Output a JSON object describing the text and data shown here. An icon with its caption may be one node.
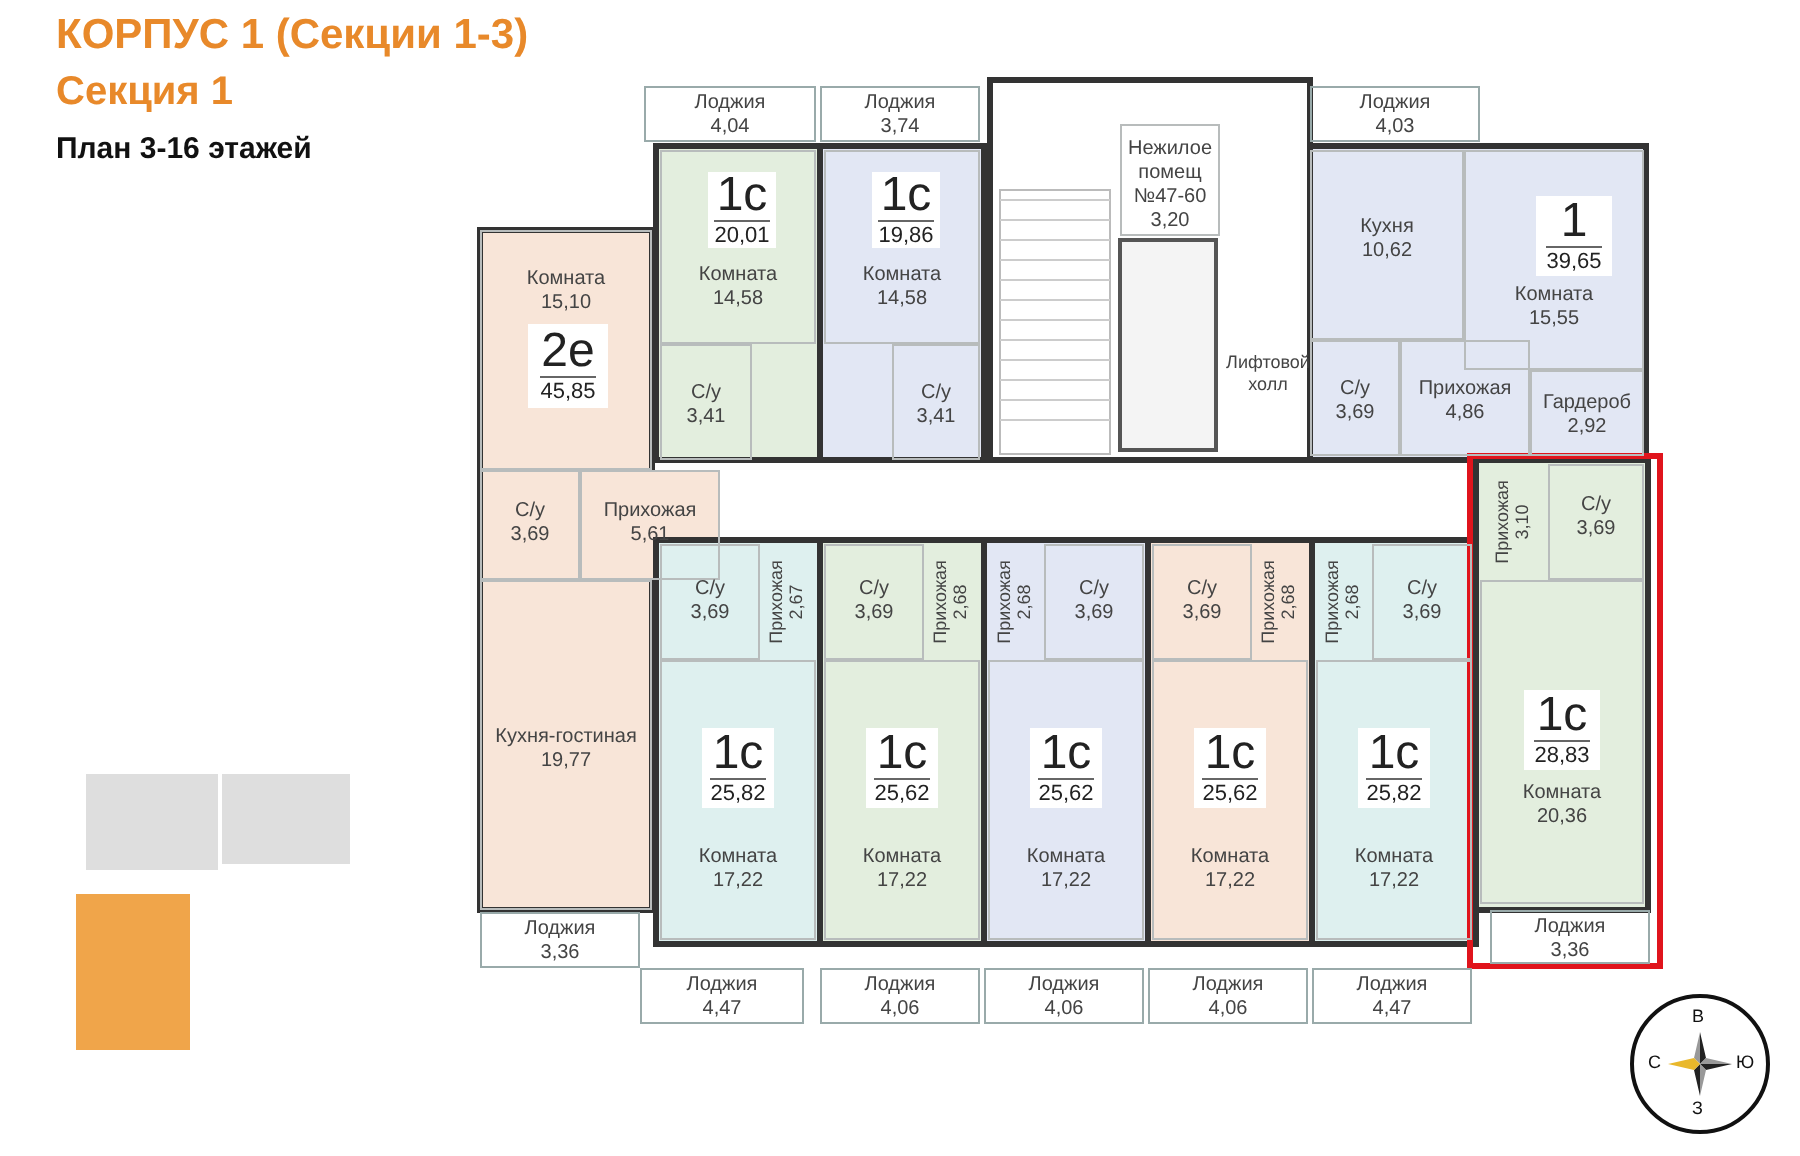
{
  "diagram": {
    "title": "КОРПУС 1 (Секции 1-3)",
    "nodes": [
      {
        "text": [
          "Лоджия",
          "4,04"
        ]
      },
      {
        "text": [
          "Лоджия",
          "3,74"
        ]
      },
      {
        "text": [
          "Нежилое помещ №47-60",
          "3,20"
        ]
      },
      {
        "text": [
          "Лоджия",
          "4,03"
        ]
      },
      {
        "text": [
          "Комната",
          "14,58"
        ]
      },
      {
        "text": [
          "1с",
          "20,01"
        ],
        "in": 4
      },
      {
        "text": [
          "Комната",
          "14,58"
        ]
      },
      {
        "text": [
          "1с",
          "19,86"
        ],
        "in": 6
      },
      {
        "text": [
          "Кухня",
          "10,62"
        ]
      },
      {
        "text": [
          "Комната",
          "15,55"
        ]
      },
      {
        "text": [
          "1",
          "39,65"
        ],
        "in": 9
      },
      {
        "text": [
          "Комната",
          "15,10"
        ]
      },
      {
        "text": [
          "2е",
          "45,85"
        ],
        "in": 11
      },
      {
        "text": [
          "С/у",
          "3,41"
        ]
      },
      {
        "text": [
          "С/у",
          "3,41"
        ]
      },
      {
        "text": [
          "Лифтовой холл"
        ]
      },
      {
        "text": [
          "С/у",
          "3,69"
        ]
      },
      {
        "text": [
          "Прихожая",
          "4,86"
        ]
      },
      {
        "text": [
          "Гардероб",
          "2,92"
        ]
      },
      {
        "text": [
          "С/у",
          "3,69"
        ]
      },
      {
        "text": [
          "Прихожая",
          "5,61"
        ]
      },
      {
        "text": [
          "Прихожая",
          "3,10"
        ]
      },
      {
        "text": [
          "С/у",
          "3,69"
        ]
      },
      {
        "text": [
          "С/у",
          "3,69"
        ]
      },
      {
        "text": [
          "Прихожая",
          "2,67"
        ]
      },
      {
        "text": [
          "Комната",
          "17,22"
        ]
      },
      {
        "text": [
          "1с",
          "25,82"
        ],
        "in": 25
      },
      {
        "text": [
          "С/у",
          "3,69"
        ]
      },
      {
        "text": [
          "Прихожая",
          "2,68"
        ]
      },
      {
        "text": [
          "Комната",
          "17,22"
        ]
      },
      {
        "text": [
          "1с",
          "25,62"
        ],
        "in": 29
      },
      {
        "text": [
          "Прихожая",
          "2,68"
        ]
      },
      {
        "text": [
          "С/у",
          "3,69"
        ]
      },
      {
        "text": [
          "Комната",
          "17,22"
        ]
      },
      {
        "text": [
          "1с",
          "25,62"
        ],
        "in": 33
      },
      {
        "text": [
          "С/у",
          "3,69"
        ]
      },
      {
        "text": [
          "Прихожая",
          "2,68"
        ]
      },
      {
        "text": [
          "Комната",
          "17,22"
        ]
      },
      {
        "text": [
          "1с",
          "25,62"
        ],
        "in": 37
      },
      {
        "text": [
          "Прихожая",
          "2,68"
        ]
      },
      {
        "text": [
          "С/у",
          "3,69"
        ]
      },
      {
        "text": [
          "Комната",
          "17,22"
        ]
      },
      {
        "text": [
          "1с",
          "25,82"
        ],
        "in": 41
      },
      {
        "text": [
          "Кухня-гостиная",
          "19,77"
        ]
      },
      {
        "text": [
          "Комната",
          "20,36"
        ]
      },
      {
        "text": [
          "1с",
          "28,83"
        ],
        "in": 44
      },
      {
        "text": [
          "Лоджия",
          "3,36"
        ]
      },
      {
        "text": [
          "Лоджия",
          "3,36"
        ]
      },
      {
        "text": [
          "Лоджия",
          "4,47"
        ]
      },
      {
        "text": [
          "Лоджия",
          "4,06"
        ]
      },
      {
        "text": [
          "Лоджия",
          "4,06"
        ]
      },
      {
        "text": [
          "Лоджия",
          "4,06"
        ]
      },
      {
        "text": [
          "Лоджия",
          "4,47"
        ]
      }
    ],
    "labels": [
      "Секция 1",
      "План 3-16 этажей",
      "В",
      "С",
      "Ю",
      "З"
    ]
  }
}
